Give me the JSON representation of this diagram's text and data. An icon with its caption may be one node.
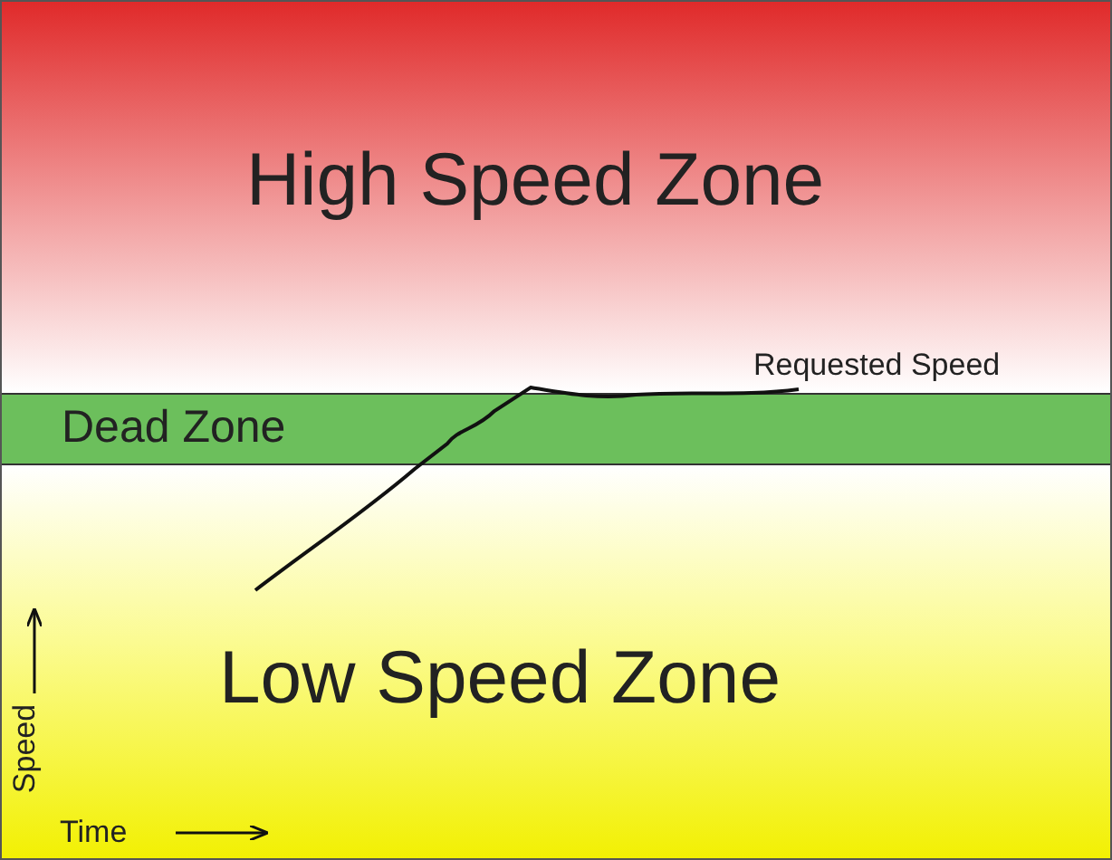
{
  "diagram": {
    "nodes": [
      {
        "text": [
          "High Speed Zone"
        ]
      },
      {
        "text": [
          "Dead Zone"
        ]
      },
      {
        "text": [
          "Low Speed Zone"
        ]
      }
    ],
    "labels": [
      "Requested Speed",
      "Speed",
      "Time"
    ]
  }
}
